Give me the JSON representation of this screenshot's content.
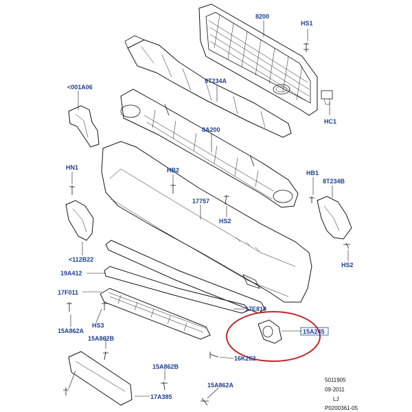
{
  "callouts": {
    "grille": "8200",
    "hs1": "HS1",
    "reinf_upper": "8T234A",
    "hc1": "HC1",
    "bracket_left": "<001A06",
    "beam": "8A200",
    "hn1": "HN1",
    "hb2": "HB2",
    "hb1": "HB1",
    "bracket_right": "8T234B",
    "bumper": "17757",
    "hs2_center": "HS2",
    "hs2_right": "HS2",
    "lower_left": "<112B22",
    "lower_trim": "19A412",
    "spoiler": "17F011",
    "spoiler_right": "17E810",
    "bezel": "15A245",
    "clip_a": "15A862A",
    "hs3": "HS3",
    "clip_b": "15A862B",
    "stud": "16K262",
    "clip_b2": "15A862B",
    "plate": "17A385",
    "clip_a2": "15A862A"
  },
  "footer": {
    "ref": "5011905",
    "date": "09-2011",
    "code": "LJ",
    "doc": "P0200361-05"
  },
  "colors": {
    "label": "#1d3f8f",
    "highlight": "#c0272d",
    "line": "#111111"
  }
}
